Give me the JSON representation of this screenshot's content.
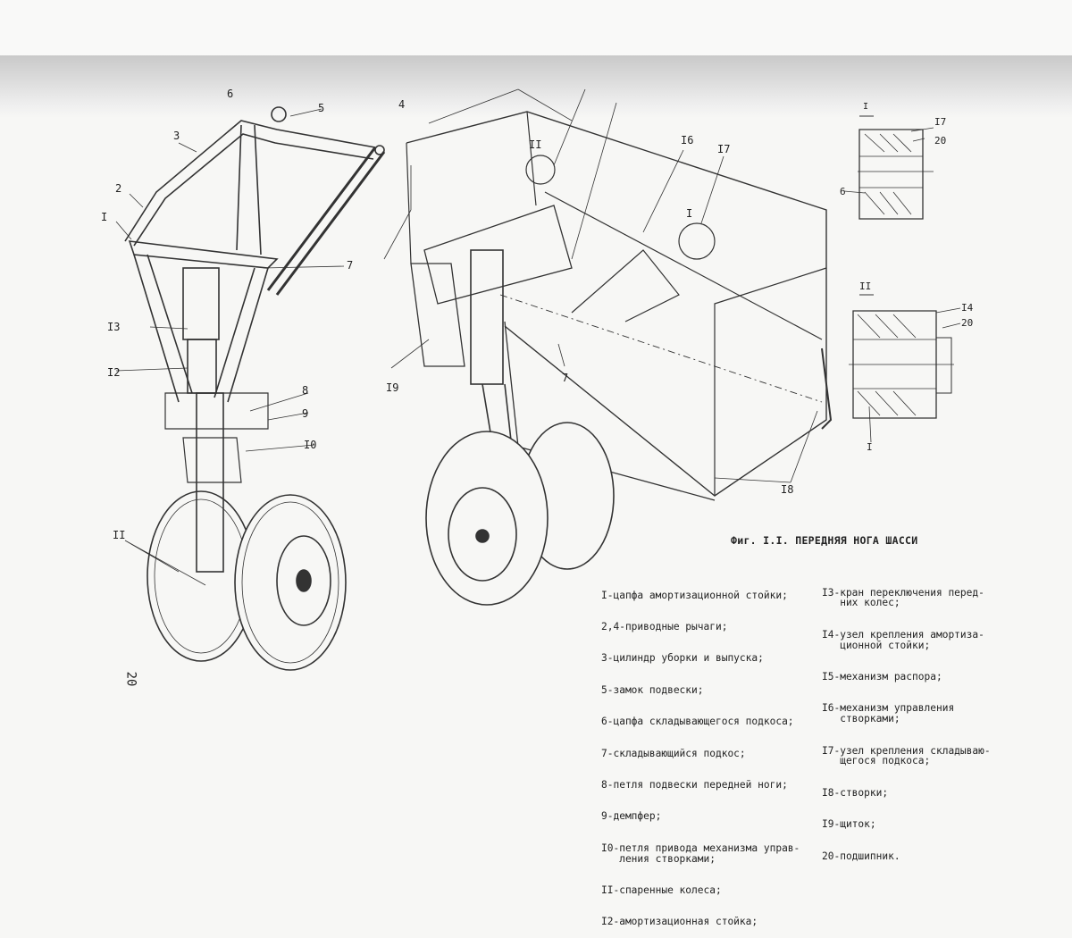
{
  "figure": {
    "title": "Фиг. I.I. ПЕРЕДНЯЯ НОГА ШАССИ",
    "page_number": "20",
    "callouts_left": [
      "I",
      "2",
      "3",
      "4",
      "5",
      "6",
      "7",
      "I3",
      "I2",
      "8",
      "9",
      "I0",
      "II"
    ],
    "callouts_right": [
      "I9",
      "II",
      "I6",
      "I7",
      "I",
      "7",
      "I8"
    ],
    "detail_views": {
      "view1": {
        "title": "I",
        "labels": [
          "I7",
          "20",
          "6"
        ]
      },
      "view2": {
        "title": "II",
        "labels": [
          "I4",
          "20",
          "I"
        ]
      }
    },
    "legend_left": [
      "I-цапфа амортизационной стойки;",
      "2,4-приводные рычаги;",
      "3-цилиндр уборки и выпуска;",
      "5-замок подвески;",
      "6-цапфа складывающегося подкоса;",
      "7-складывающийся подкос;",
      "8-петля подвески передней ноги;",
      "9-демпфер;",
      "I0-петля привода механизма управ-\n   ления створками;",
      "II-спаренные колеса;",
      "I2-амортизационная стойка;"
    ],
    "legend_right": [
      "I3-кран переключения перед-\n   них колес;",
      "I4-узел крепления амортиза-\n   ционной стойки;",
      "I5-механизм распора;",
      "I6-механизм управления\n   створками;",
      "I7-узел крепления складываю-\n   щегося подкоса;",
      "I8-створки;",
      "I9-щиток;",
      "20-подшипник."
    ]
  }
}
